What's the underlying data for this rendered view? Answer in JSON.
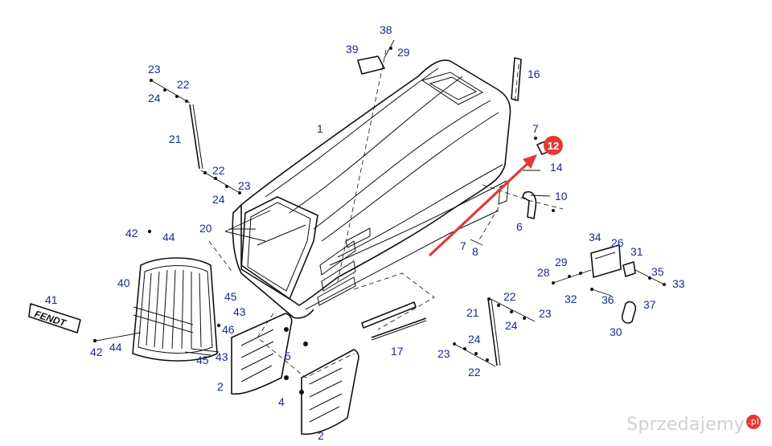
{
  "diagram": {
    "part_numbers": [
      {
        "id": "p38",
        "label": "38"
      },
      {
        "id": "p39",
        "label": "39"
      },
      {
        "id": "p29a",
        "label": "29"
      },
      {
        "id": "p16",
        "label": "16"
      },
      {
        "id": "p23a",
        "label": "23"
      },
      {
        "id": "p22a",
        "label": "22"
      },
      {
        "id": "p24a",
        "label": "24"
      },
      {
        "id": "p1",
        "label": "1"
      },
      {
        "id": "p21a",
        "label": "21"
      },
      {
        "id": "p7a",
        "label": "7"
      },
      {
        "id": "p14",
        "label": "14"
      },
      {
        "id": "p10",
        "label": "10"
      },
      {
        "id": "p22b",
        "label": "22"
      },
      {
        "id": "p23b",
        "label": "23"
      },
      {
        "id": "p24b",
        "label": "24"
      },
      {
        "id": "p6",
        "label": "6"
      },
      {
        "id": "p20",
        "label": "20"
      },
      {
        "id": "p42a",
        "label": "42"
      },
      {
        "id": "p44a",
        "label": "44"
      },
      {
        "id": "p34",
        "label": "34"
      },
      {
        "id": "p26",
        "label": "26"
      },
      {
        "id": "p31",
        "label": "31"
      },
      {
        "id": "p7b",
        "label": "7"
      },
      {
        "id": "p8",
        "label": "8"
      },
      {
        "id": "p28",
        "label": "28"
      },
      {
        "id": "p29b",
        "label": "29"
      },
      {
        "id": "p35",
        "label": "35"
      },
      {
        "id": "p33",
        "label": "33"
      },
      {
        "id": "p40",
        "label": "40"
      },
      {
        "id": "p45a",
        "label": "45"
      },
      {
        "id": "p43a",
        "label": "43"
      },
      {
        "id": "p41",
        "label": "41"
      },
      {
        "id": "p46",
        "label": "46"
      },
      {
        "id": "p32",
        "label": "32"
      },
      {
        "id": "p36",
        "label": "36"
      },
      {
        "id": "p37",
        "label": "37"
      },
      {
        "id": "p22c",
        "label": "22"
      },
      {
        "id": "p21b",
        "label": "21"
      },
      {
        "id": "p23c",
        "label": "23"
      },
      {
        "id": "p24c",
        "label": "24"
      },
      {
        "id": "p30",
        "label": "30"
      },
      {
        "id": "p42b",
        "label": "42"
      },
      {
        "id": "p44b",
        "label": "44"
      },
      {
        "id": "p45b",
        "label": "45"
      },
      {
        "id": "p43b",
        "label": "43"
      },
      {
        "id": "p5",
        "label": "5"
      },
      {
        "id": "p17",
        "label": "17"
      },
      {
        "id": "p24d",
        "label": "24"
      },
      {
        "id": "p23d",
        "label": "23"
      },
      {
        "id": "p22d",
        "label": "22"
      },
      {
        "id": "p2a",
        "label": "2"
      },
      {
        "id": "p4",
        "label": "4"
      },
      {
        "id": "p2b",
        "label": "2"
      }
    ],
    "highlight_marker": {
      "label": "12",
      "color": "#e53935"
    },
    "arrow_color": "#e53935",
    "grille_logo_text": "FENDT"
  },
  "watermark": {
    "text": "Sprzedajemy",
    "suffix": ".pl"
  }
}
